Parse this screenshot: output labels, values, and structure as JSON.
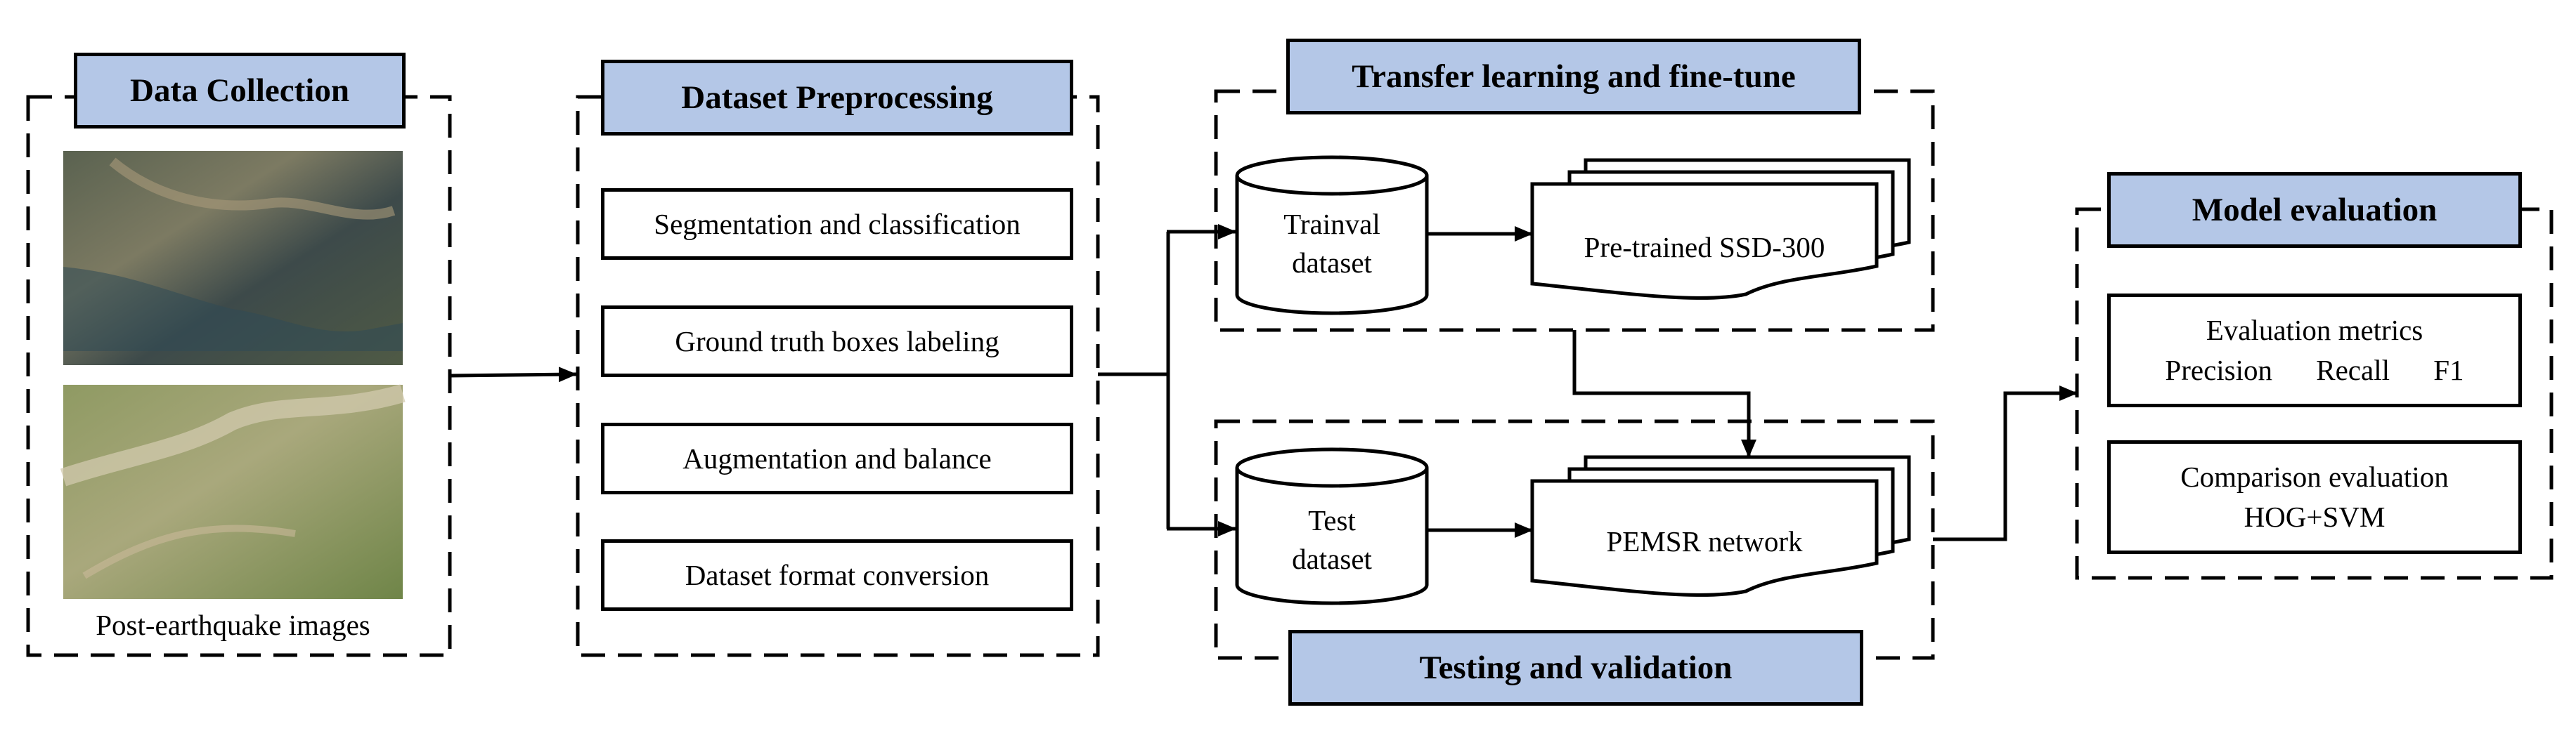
{
  "sections": {
    "data_collection": "Data Collection",
    "preprocessing": "Dataset Preprocessing",
    "transfer": "Transfer learning and fine-tune",
    "testing": "Testing and validation",
    "evaluation": "Model evaluation"
  },
  "data_collection": {
    "caption": "Post-earthquake images"
  },
  "preprocessing_steps": [
    "Segmentation and classification",
    "Ground truth boxes labeling",
    "Augmentation and balance",
    "Dataset format conversion"
  ],
  "transfer": {
    "dataset_line1": "Trainval",
    "dataset_line2": "dataset",
    "model": "Pre-trained SSD-300"
  },
  "testing": {
    "dataset_line1": "Test",
    "dataset_line2": "dataset",
    "model": "PEMSR network"
  },
  "evaluation": {
    "metrics_title": "Evaluation metrics",
    "metrics": [
      "Precision",
      "Recall",
      "F1"
    ],
    "comparison_title": "Comparison evaluation",
    "comparison_method": "HOG+SVM"
  },
  "colors": {
    "title_fill": "#b4c7e7",
    "line": "#000000"
  }
}
